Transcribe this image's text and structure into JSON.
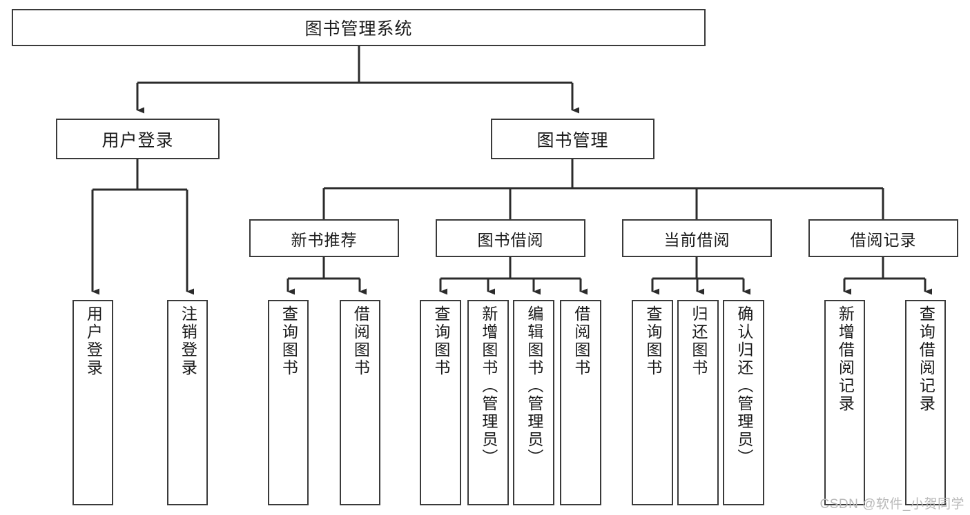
{
  "diagram": {
    "title": "图书管理系统",
    "type": "hierarchy-tree",
    "colors": {
      "box_border": "#3a3a3a",
      "box_fill": "#ffffff",
      "connector": "#2b2b2b",
      "text": "#1a1a1a",
      "watermark": "#b9b9b9",
      "background": "#ffffff"
    },
    "nodes": {
      "root": {
        "label": "图书管理系统",
        "level": 1,
        "orientation": "horizontal"
      },
      "level2": [
        {
          "id": "user-login",
          "label": "用户登录",
          "orientation": "horizontal"
        },
        {
          "id": "book-management",
          "label": "图书管理",
          "orientation": "horizontal"
        }
      ],
      "level3": [
        {
          "id": "new-book-recommend",
          "label": "新书推荐",
          "orientation": "horizontal",
          "parent": "book-management"
        },
        {
          "id": "book-borrow",
          "label": "图书借阅",
          "orientation": "horizontal",
          "parent": "book-management"
        },
        {
          "id": "current-borrow",
          "label": "当前借阅",
          "orientation": "horizontal",
          "parent": "book-management"
        },
        {
          "id": "borrow-record",
          "label": "借阅记录",
          "orientation": "horizontal",
          "parent": "book-management"
        }
      ],
      "leaves": [
        {
          "id": "leaf-user-login",
          "label": "用户登录",
          "parent": "user-login"
        },
        {
          "id": "leaf-user-logout",
          "label": "注销登录",
          "parent": "user-login"
        },
        {
          "id": "leaf-query-book-1",
          "label": "查询图书",
          "parent": "new-book-recommend"
        },
        {
          "id": "leaf-borrow-book-1",
          "label": "借阅图书",
          "parent": "new-book-recommend"
        },
        {
          "id": "leaf-query-book-2",
          "label": "查询图书",
          "parent": "book-borrow"
        },
        {
          "id": "leaf-add-book",
          "label": "新增图书（管理员）",
          "parent": "book-borrow"
        },
        {
          "id": "leaf-edit-book",
          "label": "编辑图书（管理员）",
          "parent": "book-borrow"
        },
        {
          "id": "leaf-borrow-book-2",
          "label": "借阅图书",
          "parent": "book-borrow"
        },
        {
          "id": "leaf-query-book-3",
          "label": "查询图书",
          "parent": "current-borrow"
        },
        {
          "id": "leaf-return-book",
          "label": "归还图书",
          "parent": "current-borrow"
        },
        {
          "id": "leaf-confirm-return",
          "label": "确认归还（管理员）",
          "parent": "current-borrow"
        },
        {
          "id": "leaf-add-record",
          "label": "新增借阅记录",
          "parent": "borrow-record"
        },
        {
          "id": "leaf-query-record",
          "label": "查询借阅记录",
          "parent": "borrow-record"
        }
      ]
    },
    "watermark": "CSDN @软件_小贺同学"
  }
}
